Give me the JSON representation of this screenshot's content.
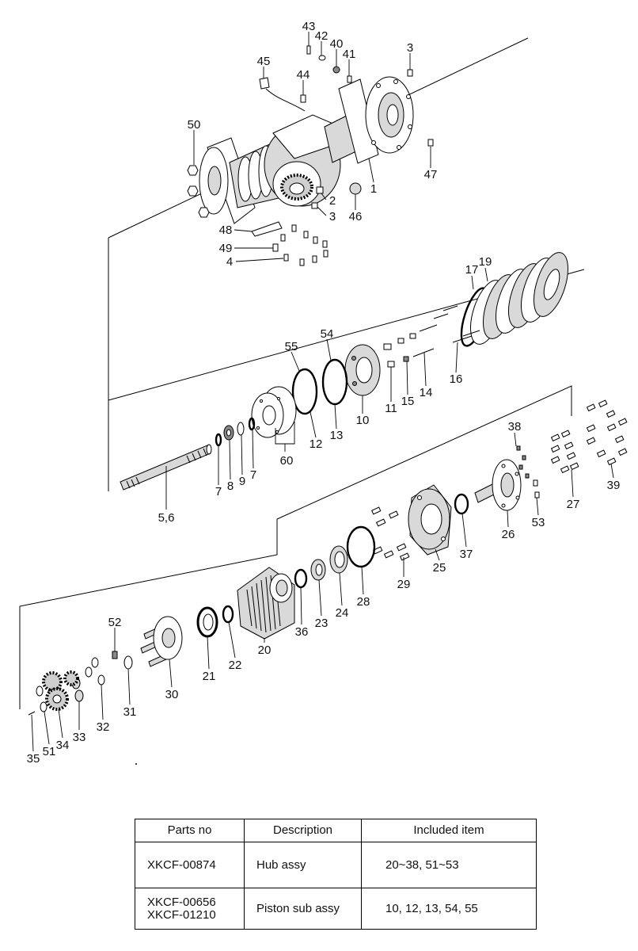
{
  "diagram": {
    "callouts": [
      "43",
      "42",
      "40",
      "41",
      "3",
      "45",
      "44",
      "50",
      "47",
      "1",
      "2",
      "3",
      "46",
      "48",
      "49",
      "4",
      "17",
      "19",
      "54",
      "55",
      "10",
      "11",
      "15",
      "14",
      "16",
      "12",
      "13",
      "60",
      "7",
      "8",
      "9",
      "7",
      "5,6",
      "38",
      "39",
      "27",
      "53",
      "26",
      "37",
      "25",
      "29",
      "28",
      "24",
      "23",
      "36",
      "20",
      "22",
      "21",
      "30",
      "52",
      "31",
      "32",
      "33",
      "34",
      "51",
      "35"
    ]
  },
  "table": {
    "headers": {
      "parts_no": "Parts no",
      "description": "Description",
      "included": "Included item"
    },
    "rows": [
      {
        "parts_no": [
          "XKCF-00874"
        ],
        "description": "Hub assy",
        "included": "20~38, 51~53"
      },
      {
        "parts_no": [
          "XKCF-00656",
          "XKCF-01210"
        ],
        "description": "Piston sub assy",
        "included": "10, 12, 13, 54, 55"
      }
    ]
  }
}
